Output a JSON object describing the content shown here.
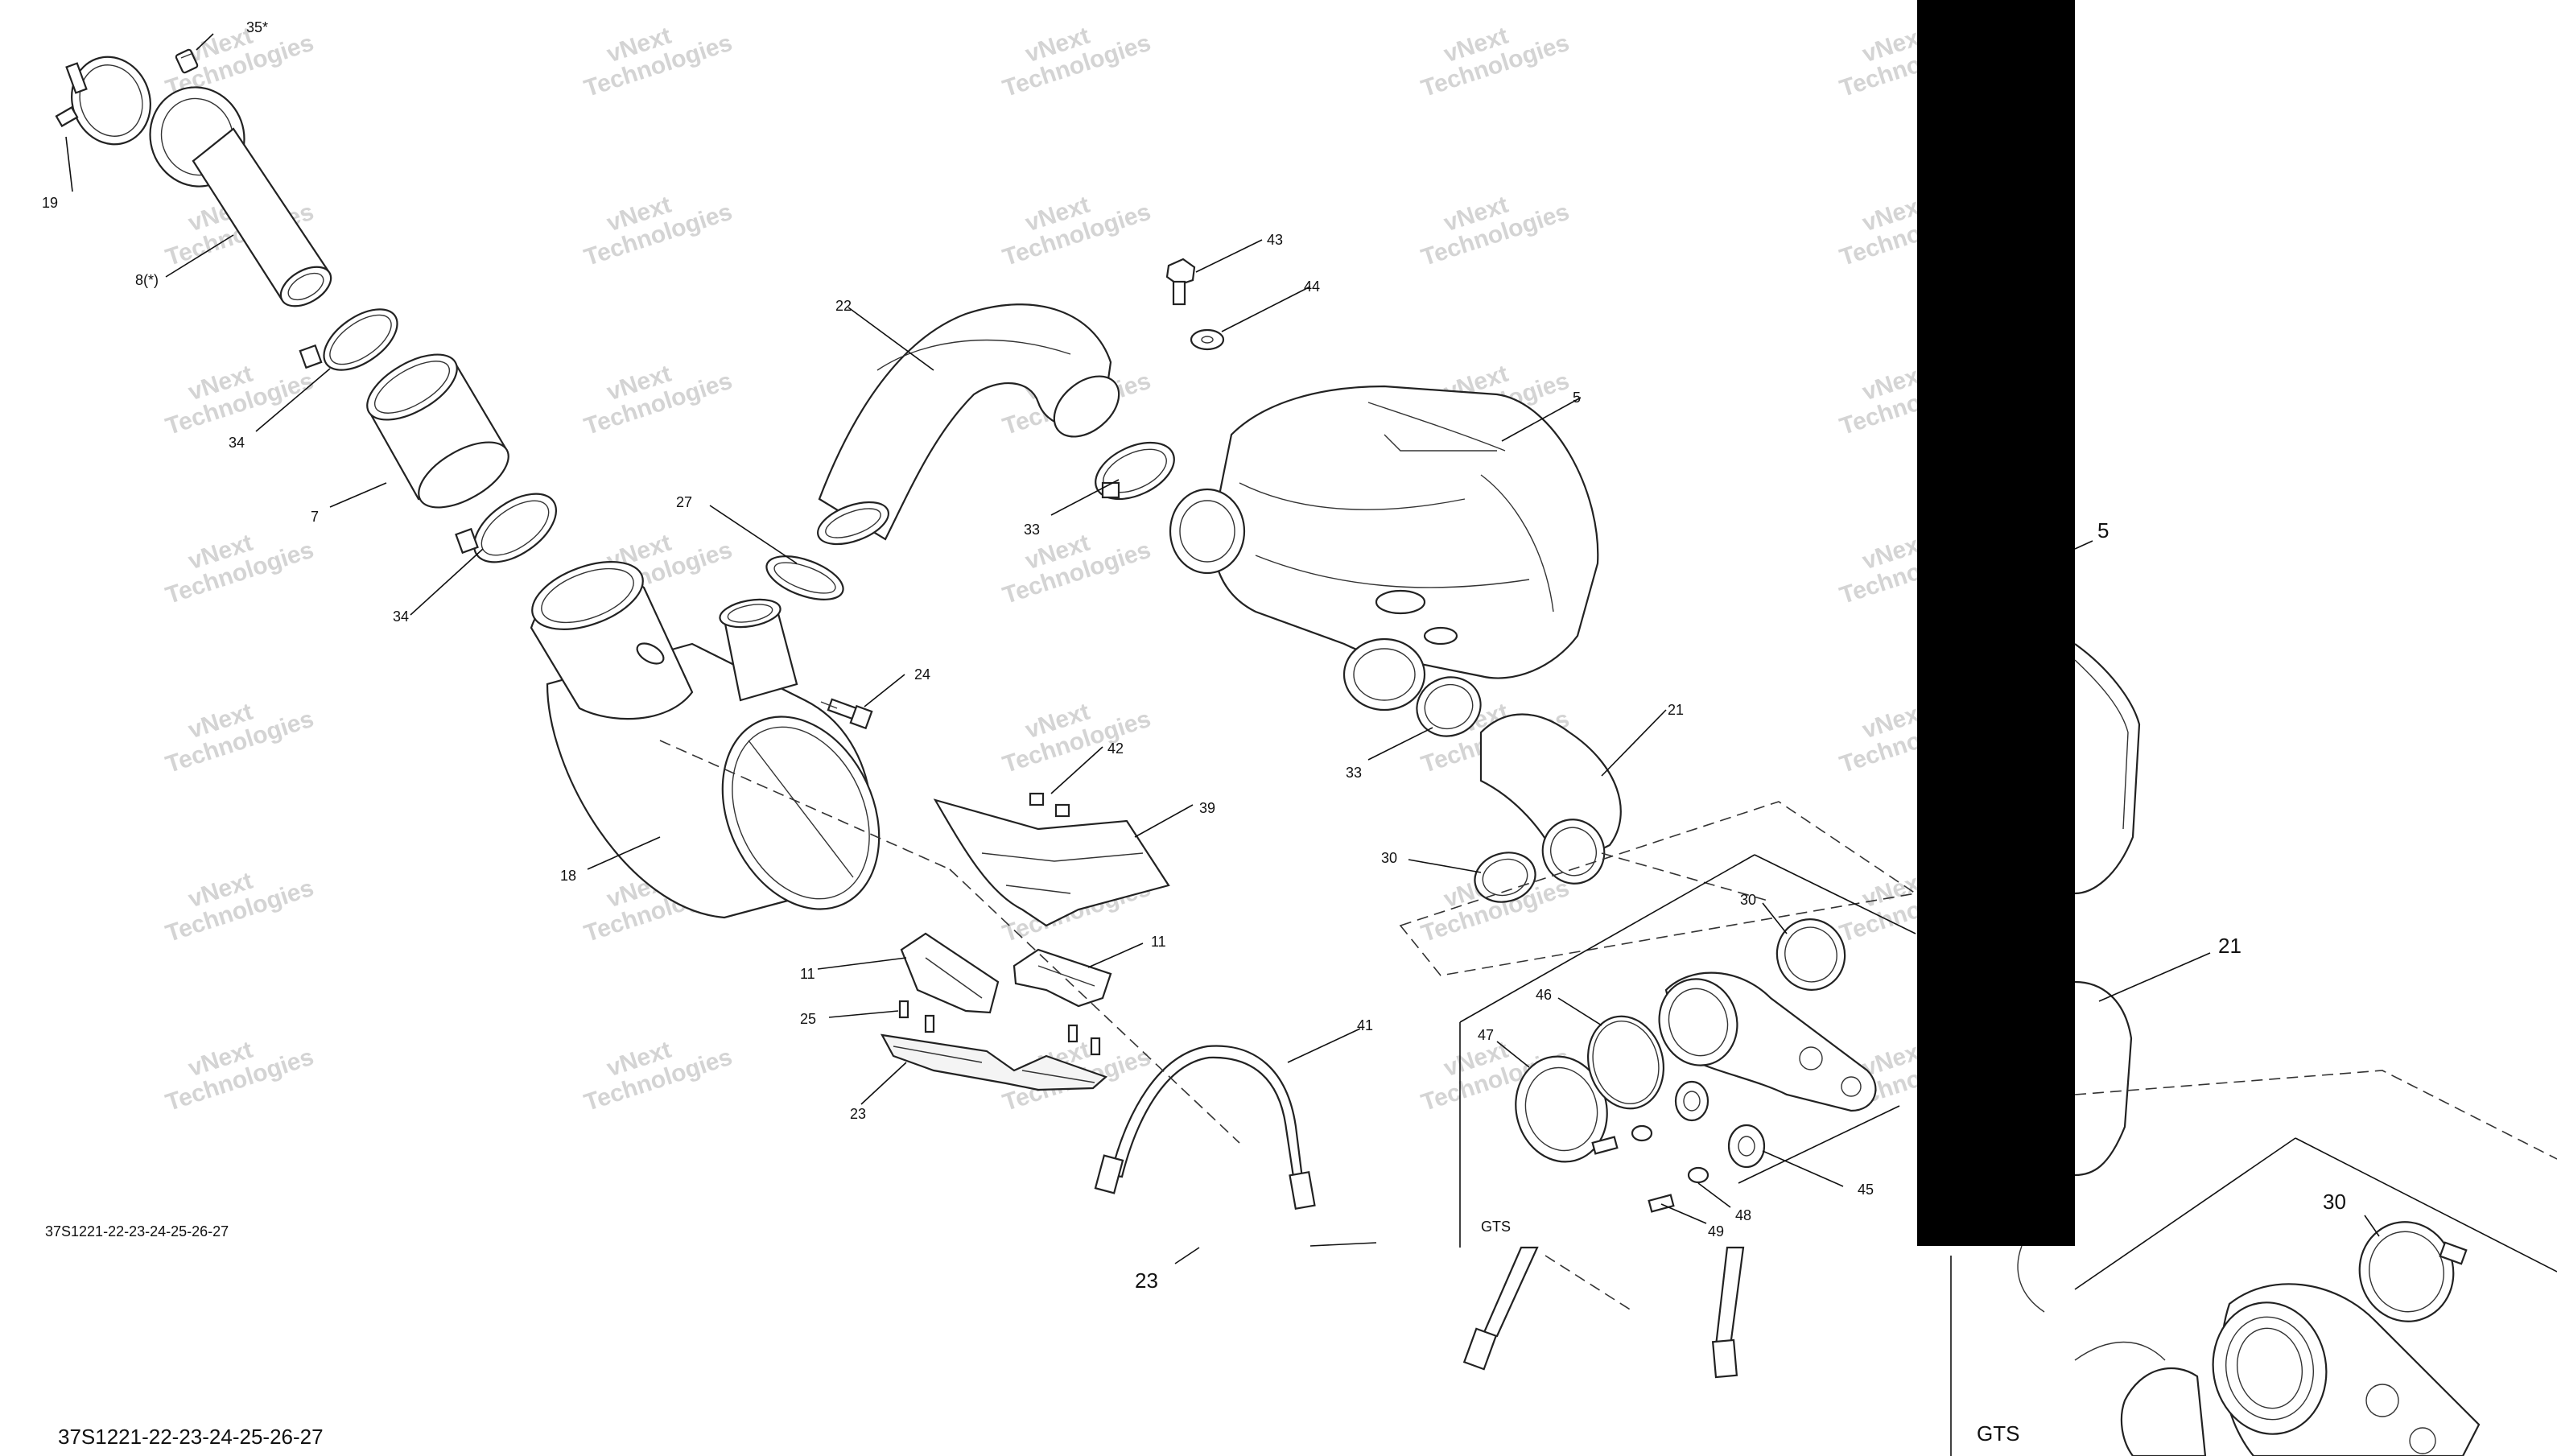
{
  "watermark": {
    "line1": "vNext",
    "line2": "Technologies"
  },
  "callouts": {
    "c35": "35*",
    "c19": "19",
    "c8": "8(*)",
    "c34a": "34",
    "c7": "7",
    "c34b": "34",
    "c22": "22",
    "c27": "27",
    "c43": "43",
    "c44": "44",
    "c5": "5",
    "c33a": "33",
    "c33b": "33",
    "c24": "24",
    "c18": "18",
    "c42": "42",
    "c39": "39",
    "c21": "21",
    "c30a": "30",
    "c30b": "30",
    "c11a": "11",
    "c11b": "11",
    "c25": "25",
    "c23": "23",
    "c41": "41",
    "c46": "46",
    "c47": "47",
    "c45": "45",
    "c48": "48",
    "c49": "49",
    "gts": "GTS",
    "c23_zoom": "23",
    "c5_zoom": "5",
    "c21_zoom": "21",
    "c30_zoom": "30",
    "gts_zoom": "GTS"
  },
  "diagram_code": "37S1221-22-23-24-25-26-27",
  "diagram_code_zoom": "37S1221-22-23-24-25-26-27"
}
